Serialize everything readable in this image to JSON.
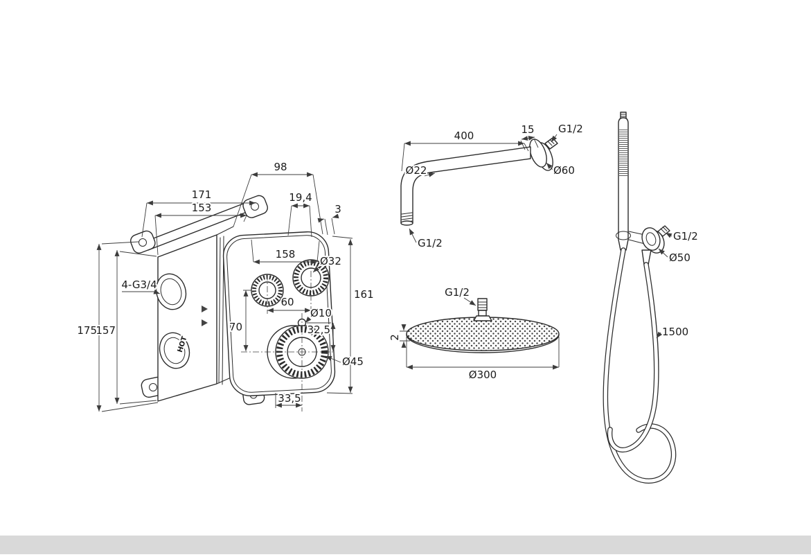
{
  "drawing": {
    "background": "#ffffff",
    "line_color": "#2b2b2b",
    "footer_band_color": "#d9d9d9"
  },
  "valve": {
    "labels": {
      "depth": "98",
      "width_outer": "171",
      "width_inner": "153",
      "offset_19_4": "19,4",
      "offset_3": "3",
      "plate_width": "158",
      "knob_top_dia": "Ø32",
      "knob_spacing": "60",
      "pin_dia": "Ø10",
      "plate_height": "161",
      "offset_32_5": "32,5",
      "knob_offset": "70",
      "knob_bottom_dia": "Ø45",
      "offset_33_5": "33,5",
      "height_outer": "175",
      "height_inner": "157",
      "ports": "4-G3/4",
      "hot": "HOT"
    }
  },
  "shower_arm": {
    "labels": {
      "length": "400",
      "flange_depth": "15",
      "wall_thread": "G1/2",
      "flange_dia": "Ø60",
      "tube_dia": "Ø22",
      "outlet_thread": "G1/2"
    }
  },
  "shower_head": {
    "labels": {
      "inlet_thread": "G1/2",
      "edge_thickness": "2",
      "head_dia": "Ø300"
    }
  },
  "hand_shower": {
    "labels": {
      "bracket_thread": "G1/2",
      "bracket_dia": "Ø50",
      "hose_length": "1500"
    }
  }
}
